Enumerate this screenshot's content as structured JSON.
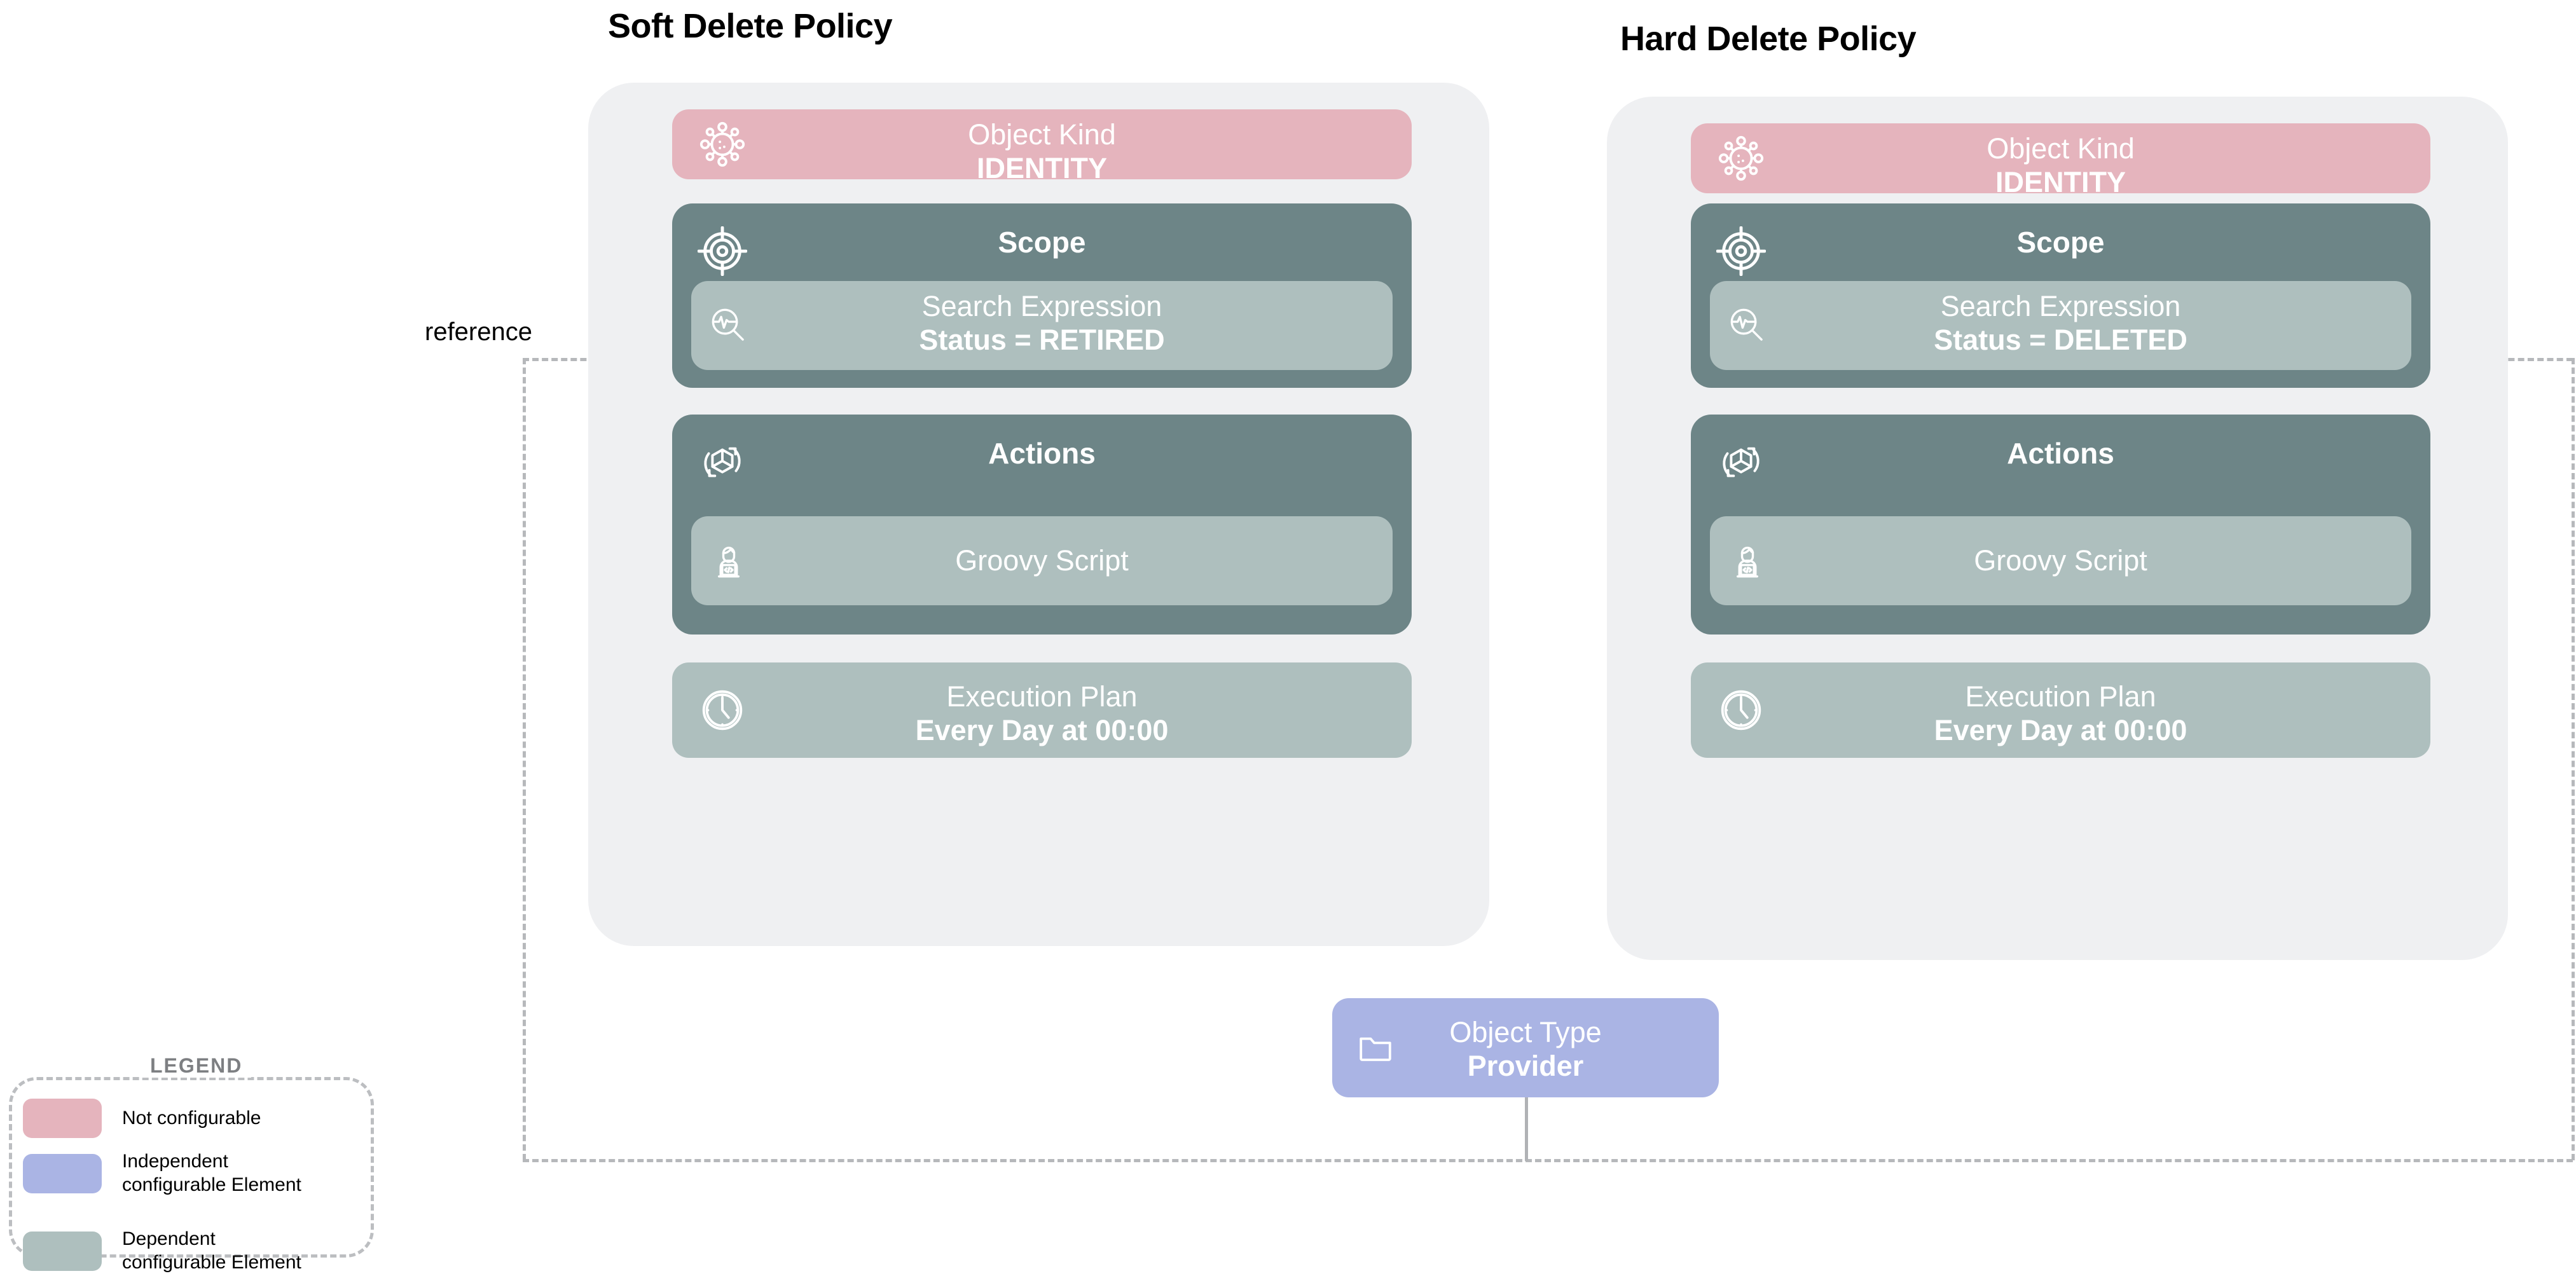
{
  "diagram": {
    "edge_label": "reference"
  },
  "policies": [
    {
      "title": "Soft Delete Policy",
      "object_kind": {
        "label": "Object Kind",
        "value": "IDENTITY",
        "icon": "object-kind-icon",
        "color": "#e5b4bd"
      },
      "scope": {
        "heading": "Scope",
        "icon": "target-icon",
        "inner": {
          "label": "Search Expression",
          "value": "Status = RETIRED",
          "icon": "search-pulse-icon",
          "color": "#aebfbe"
        }
      },
      "actions": {
        "heading": "Actions",
        "icon": "cube-refresh-icon",
        "inner": {
          "label": "Groovy Script",
          "value": "",
          "icon": "developer-icon",
          "color": "#aebfbe"
        }
      },
      "execution_plan": {
        "label": "Execution Plan",
        "value": "Every Day at 00:00",
        "icon": "clock-icon",
        "color": "#aebfbe"
      }
    },
    {
      "title": "Hard Delete Policy",
      "object_kind": {
        "label": "Object Kind",
        "value": "IDENTITY",
        "icon": "object-kind-icon",
        "color": "#e5b4bd"
      },
      "scope": {
        "heading": "Scope",
        "icon": "target-icon",
        "inner": {
          "label": "Search Expression",
          "value": "Status = DELETED",
          "icon": "search-pulse-icon",
          "color": "#aebfbe"
        }
      },
      "actions": {
        "heading": "Actions",
        "icon": "cube-refresh-icon",
        "inner": {
          "label": "Groovy Script",
          "value": "",
          "icon": "developer-icon",
          "color": "#aebfbe"
        }
      },
      "execution_plan": {
        "label": "Execution Plan",
        "value": "Every Day at 00:00",
        "icon": "clock-icon",
        "color": "#aebfbe"
      }
    }
  ],
  "object_type": {
    "label": "Object Type",
    "value": "Provider",
    "icon": "folder-icon",
    "color": "#aab4e4"
  },
  "legend": {
    "title": "LEGEND",
    "items": [
      {
        "label": "Not configurable",
        "color": "#e5b4bd"
      },
      {
        "label": "Independent\nconfigurable Element",
        "color": "#aab4e4"
      },
      {
        "label": "Dependent\nconfigurable Element",
        "color": "#aebfbe"
      }
    ]
  }
}
